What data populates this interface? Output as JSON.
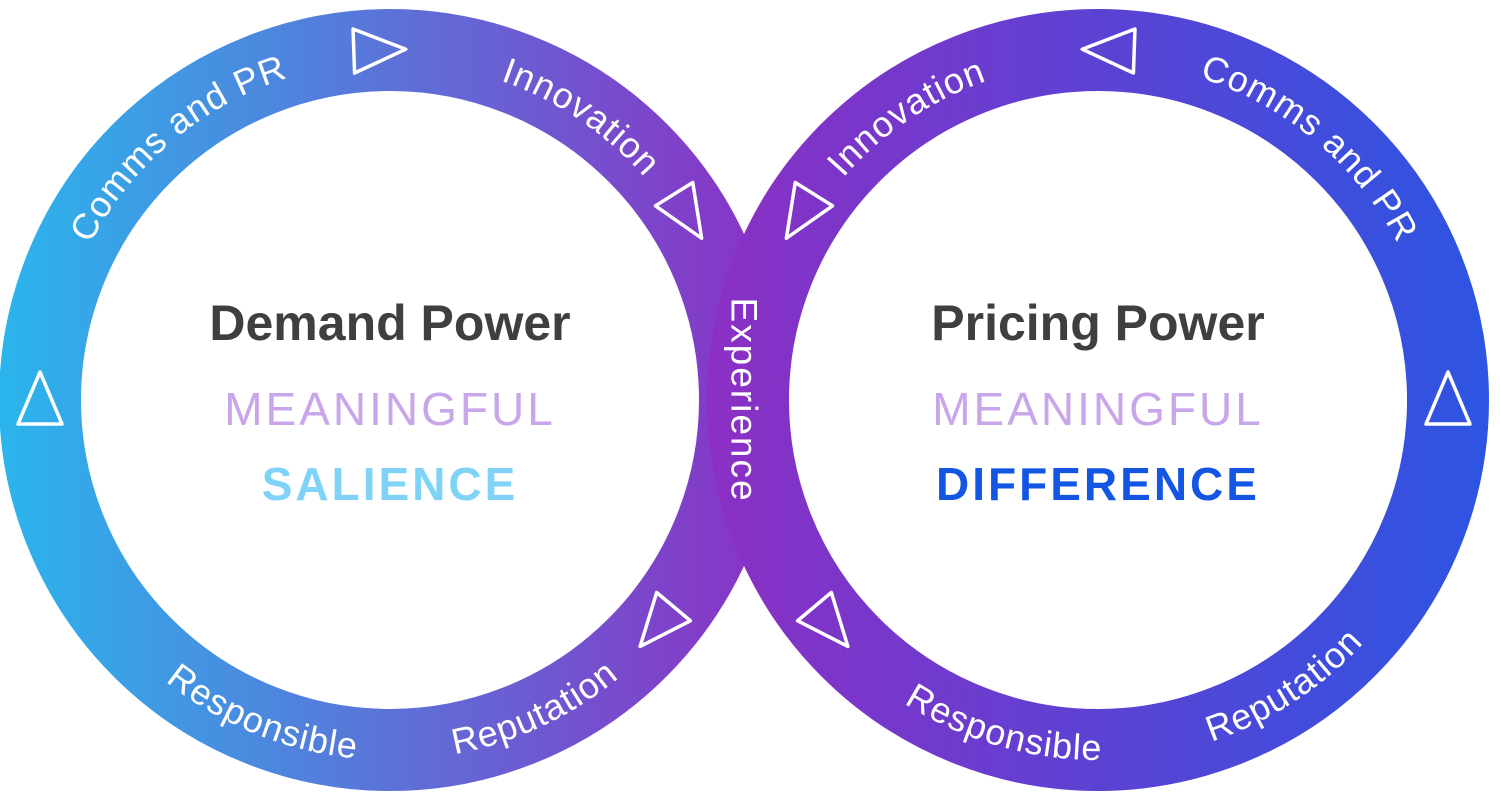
{
  "diagram": {
    "center_label": "Experience",
    "left_loop": {
      "title": "Demand Power",
      "subtitle_line1": "MEANINGFUL",
      "subtitle_line2": "SALIENCE",
      "labels": {
        "top_left": "Comms and PR",
        "top_right": "Innovation",
        "bottom_left": "Responsible",
        "bottom_right": "Reputation"
      }
    },
    "right_loop": {
      "title": "Pricing Power",
      "subtitle_line1": "MEANINGFUL",
      "subtitle_line2": "DIFFERENCE",
      "labels": {
        "top_left": "Innovation",
        "top_right": "Comms and PR",
        "bottom_left": "Responsible",
        "bottom_right": "Reputation"
      }
    },
    "colors": {
      "left_ring_start": "#2BB5EC",
      "left_ring_end": "#8C2FC4",
      "right_ring_start": "#8C2FC4",
      "right_ring_end": "#2C55E2",
      "title": "#3F3F3F",
      "meaningful": "#C9A5EA",
      "salience": "#7ED3F7",
      "difference": "#1456E4",
      "ring_label": "#FFFFFF"
    },
    "icons": {
      "flow_arrow": "triangle-outline"
    }
  }
}
